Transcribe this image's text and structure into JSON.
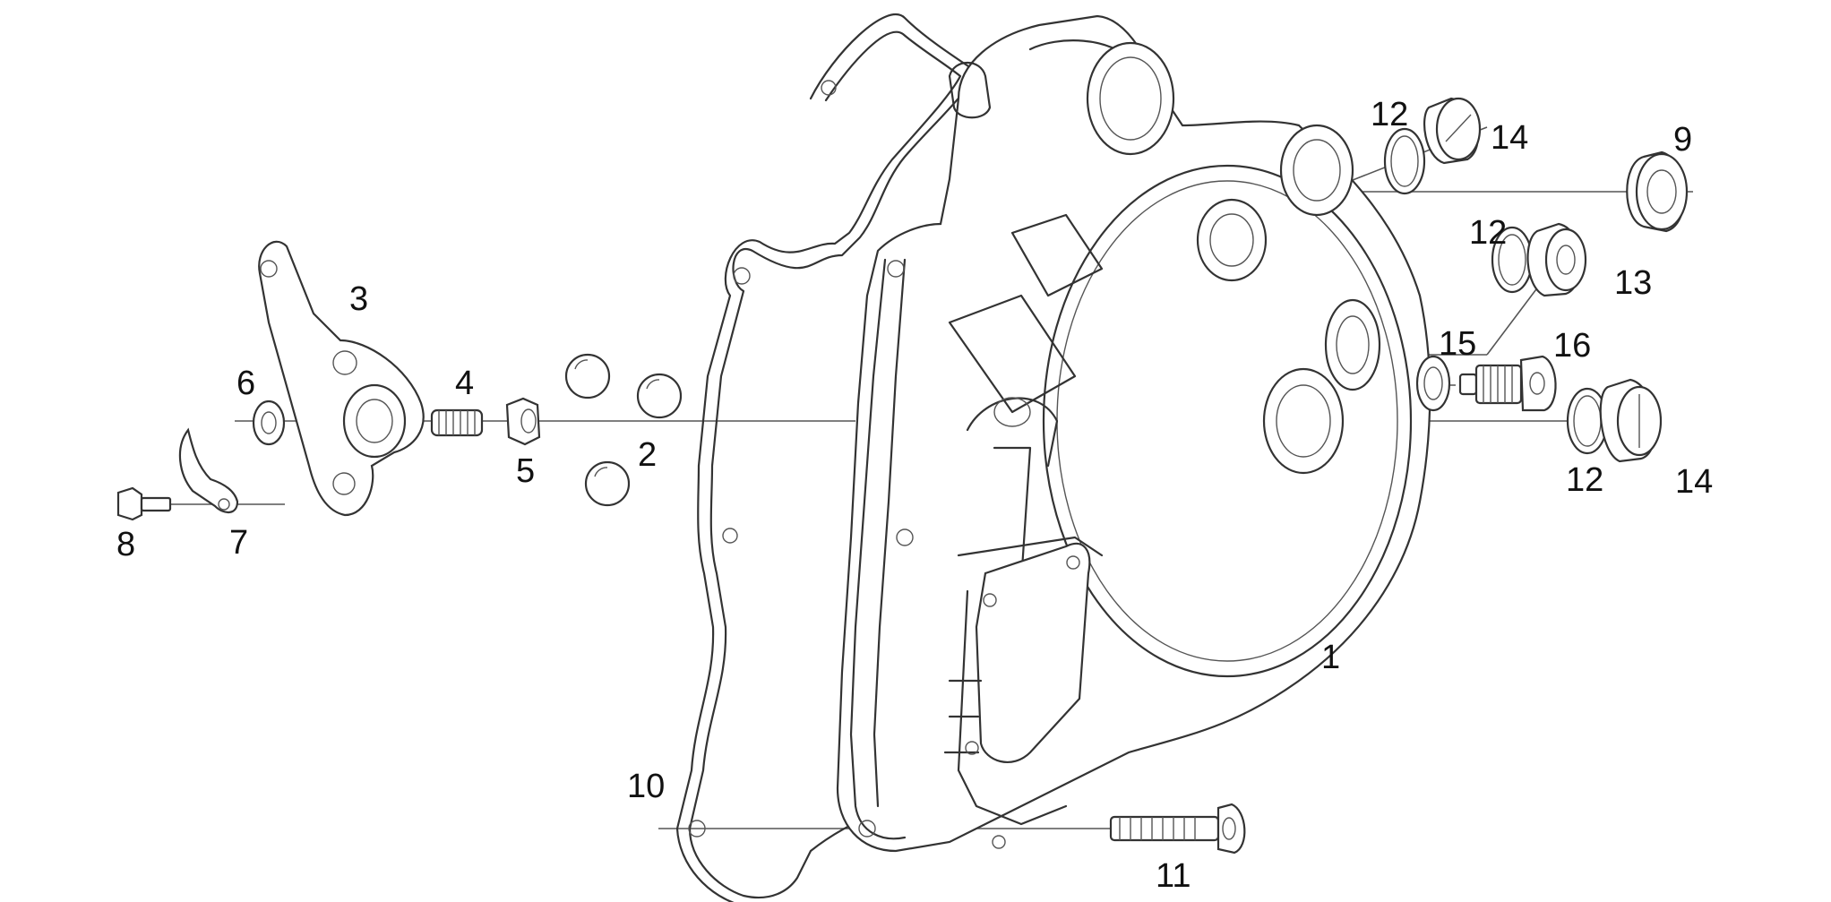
{
  "colors": {
    "line": "#333333",
    "background": "#ffffff"
  },
  "callouts": {
    "c1": "1",
    "c2": "2",
    "c3": "3",
    "c4": "4",
    "c5": "5",
    "c6": "6",
    "c7": "7",
    "c8": "8",
    "c9": "9",
    "c10": "10",
    "c11": "11",
    "c12a": "12",
    "c12b": "12",
    "c12c": "12",
    "c13": "13",
    "c14a": "14",
    "c14b": "14",
    "c15": "15",
    "c16": "16"
  },
  "parts": [
    {
      "ref": "1",
      "name": "cover",
      "icon": "engine-cover"
    },
    {
      "ref": "2",
      "name": "ball",
      "icon": "ball"
    },
    {
      "ref": "3",
      "name": "lever",
      "icon": "lever"
    },
    {
      "ref": "4",
      "name": "spring",
      "icon": "spring"
    },
    {
      "ref": "5",
      "name": "nut",
      "icon": "nut"
    },
    {
      "ref": "6",
      "name": "washer",
      "icon": "washer"
    },
    {
      "ref": "7",
      "name": "bracket",
      "icon": "bracket"
    },
    {
      "ref": "8",
      "name": "screw",
      "icon": "screw"
    },
    {
      "ref": "9",
      "name": "oil seal",
      "icon": "seal"
    },
    {
      "ref": "10",
      "name": "gasket",
      "icon": "gasket"
    },
    {
      "ref": "11",
      "name": "screw",
      "icon": "screw"
    },
    {
      "ref": "12",
      "name": "o-ring",
      "icon": "o-ring"
    },
    {
      "ref": "13",
      "name": "plug",
      "icon": "plug"
    },
    {
      "ref": "14",
      "name": "cap",
      "icon": "cap"
    },
    {
      "ref": "15",
      "name": "washer",
      "icon": "washer"
    },
    {
      "ref": "16",
      "name": "drain screw",
      "icon": "screw"
    }
  ]
}
